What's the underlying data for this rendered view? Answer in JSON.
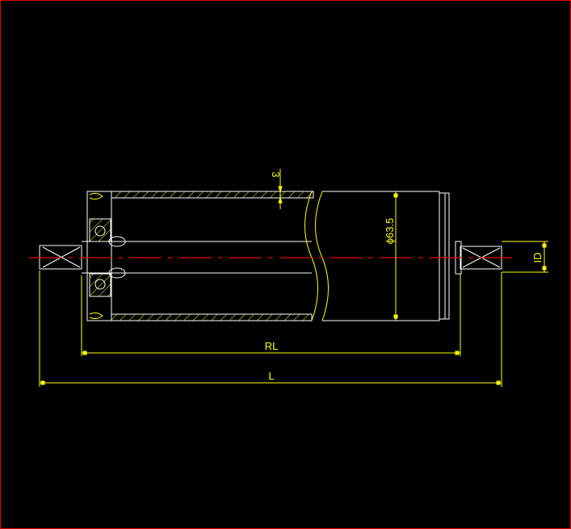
{
  "drawing": {
    "dimensions": {
      "wall_thickness": "3",
      "diameter": "ϕ63.5",
      "shaft": "ID",
      "roller_length": "RL",
      "overall_length": "L"
    }
  },
  "colors": {
    "background": "#000000",
    "outline": "#ffffff",
    "dimension": "#ffff00",
    "centerline": "#e00000",
    "frame": "#e00000"
  }
}
